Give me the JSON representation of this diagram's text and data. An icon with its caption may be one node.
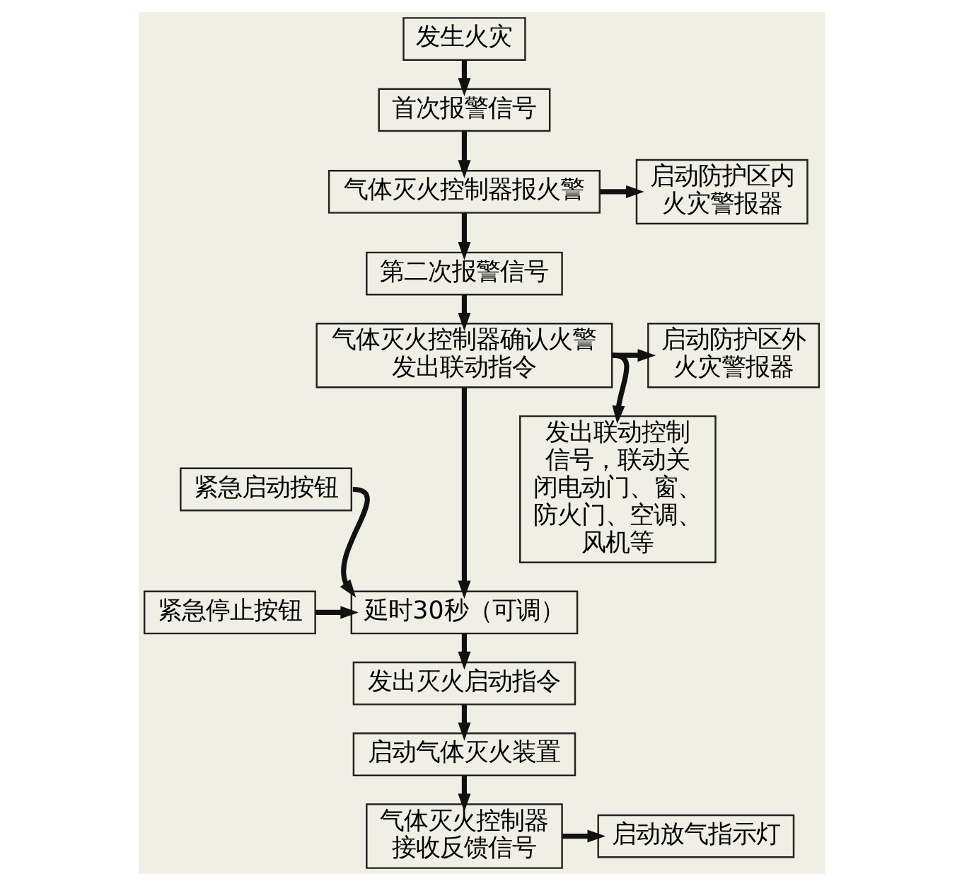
{
  "diagram": {
    "nodes": [
      {
        "text": [
          "发生火灾"
        ]
      },
      {
        "text": [
          "首次报警信号"
        ]
      },
      {
        "text": [
          "气体灭火控制器报火警"
        ]
      },
      {
        "text": [
          "启动防护区内火灾警报器"
        ]
      },
      {
        "text": [
          "第二次报警信号"
        ]
      },
      {
        "text": [
          "气体灭火控制器确认火警发出联动指令"
        ]
      },
      {
        "text": [
          "启动防护区外火灾警报器"
        ]
      },
      {
        "text": [
          "紧急启动按钮"
        ]
      },
      {
        "text": [
          "发出联动控制信号，联动关闭电动门、窗、防火门、空调、风机等"
        ]
      },
      {
        "text": [
          "紧急停止按钮"
        ]
      },
      {
        "text": [
          "延时30秒（可调）"
        ]
      },
      {
        "text": [
          "发出灭火启动指令"
        ]
      },
      {
        "text": [
          "启动气体灭火装置"
        ]
      },
      {
        "text": [
          "气体灭火控制器接收反馈信号"
        ]
      },
      {
        "text": [
          "启动放气指示灯"
        ]
      }
    ],
    "edges": [
      {
        "from": 0,
        "to": 1,
        "arrow": "to"
      },
      {
        "from": 1,
        "to": 2,
        "arrow": "to"
      },
      {
        "from": 2,
        "to": 3,
        "arrow": "to"
      },
      {
        "from": 2,
        "to": 4,
        "arrow": "to"
      },
      {
        "from": 4,
        "to": 5,
        "arrow": "to"
      },
      {
        "from": 5,
        "to": 6,
        "arrow": "to"
      },
      {
        "from": 7,
        "to": 10,
        "arrow": "to"
      },
      {
        "from": 5,
        "to": 10,
        "arrow": "to"
      },
      {
        "from": 5,
        "to": 8,
        "arrow": "to"
      },
      {
        "from": 9,
        "to": 10,
        "arrow": "to"
      },
      {
        "from": 10,
        "to": 11,
        "arrow": "to"
      },
      {
        "from": 11,
        "to": 12,
        "arrow": "to"
      },
      {
        "from": 12,
        "to": 13,
        "arrow": "to"
      },
      {
        "from": 13,
        "to": 14,
        "arrow": "to"
      }
    ]
  }
}
